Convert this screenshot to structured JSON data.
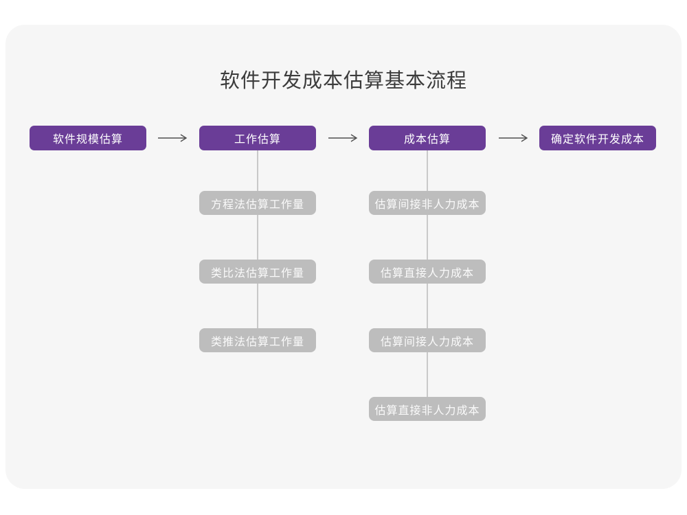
{
  "title": "软件开发成本估算基本流程",
  "colors": {
    "page_bg": "#ffffff",
    "panel_bg": "#f6f6f6",
    "accent": "#6a3d97",
    "stage_text": "#ffffff",
    "substep_bg": "#bdbdbd",
    "substep_text": "#fafafa",
    "connector": "#c9c9c9",
    "arrow": "#4f4f4f",
    "title_text": "#3c3c3c"
  },
  "stages": [
    {
      "label": "软件规模估算"
    },
    {
      "label": "工作估算"
    },
    {
      "label": "成本估算"
    },
    {
      "label": "确定软件开发成本"
    }
  ],
  "substeps": {
    "work_estimation": [
      "方程法估算工作量",
      "类比法估算工作量",
      "类推法估算工作量"
    ],
    "cost_estimation": [
      "估算间接非人力成本",
      "估算直接人力成本",
      "估算间接人力成本",
      "估算直接非人力成本"
    ]
  }
}
